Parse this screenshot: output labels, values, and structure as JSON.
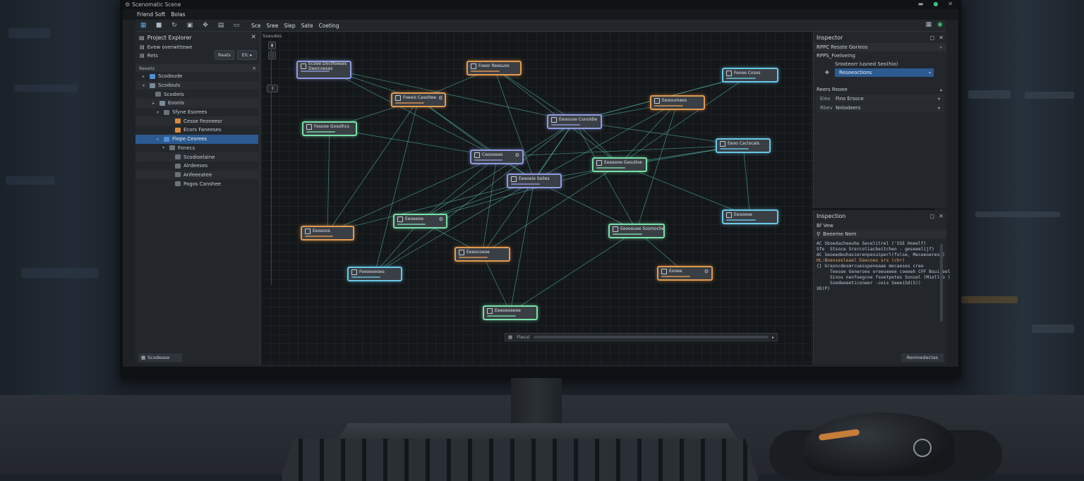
{
  "window": {
    "title": "Scenomatic Scene",
    "menu": [
      "Friend Soft",
      "Bolas"
    ]
  },
  "toolbar": {
    "icons": [
      "grid-icon",
      "camera-icon",
      "refresh-icon",
      "image-icon",
      "puzzle-icon",
      "film-icon",
      "chat-icon"
    ],
    "items": [
      "Sce",
      "Sree",
      "Slep",
      "Sate",
      "Coeting"
    ],
    "right_icons": [
      "table-icon",
      "status-icon"
    ]
  },
  "project_explorer": {
    "title": "Project Explorer",
    "row1": "Evew overwittewe",
    "row2_label": "Rets",
    "btn_a": "Reats",
    "btn_b": "Elc ▸",
    "section": "Reeets",
    "tree": [
      {
        "label": "Scodoude",
        "icon": "blue",
        "indent": 10,
        "arrow": "▸"
      },
      {
        "label": "Scodouls",
        "icon": "folder",
        "indent": 10,
        "arrow": "▾"
      },
      {
        "label": "Scodiels",
        "icon": "gray",
        "indent": 18,
        "arrow": ""
      },
      {
        "label": "Eoonls",
        "icon": "folder",
        "indent": 24,
        "arrow": "▸"
      },
      {
        "label": "Sfyne Esorees",
        "icon": "gray",
        "indent": 30,
        "arrow": "▾"
      },
      {
        "label": "Cesse Feoneesr",
        "icon": "orange",
        "indent": 46,
        "arrow": ""
      },
      {
        "label": "Ecors Faneeses",
        "icon": "orange",
        "indent": 46,
        "arrow": ""
      },
      {
        "label": "Flepe Cesrees",
        "icon": "blue",
        "indent": 30,
        "arrow": "▸",
        "selected": true
      },
      {
        "label": "Fonecs",
        "icon": "gray",
        "indent": 38,
        "arrow": "▾"
      },
      {
        "label": "Scodioelaine",
        "icon": "gray",
        "indent": 46,
        "arrow": ""
      },
      {
        "label": "Alrdeeses",
        "icon": "gray",
        "indent": 46,
        "arrow": ""
      },
      {
        "label": "Anfeeeatee",
        "icon": "gray",
        "indent": 46,
        "arrow": ""
      },
      {
        "label": "Pagos Canshee",
        "icon": "gray",
        "indent": 46,
        "arrow": ""
      }
    ],
    "footer": "Scodease"
  },
  "canvas": {
    "title": "Sseudes",
    "nodes": [
      {
        "id": "n1",
        "label": "Ecooe Docllfoeses\nDeeicoeses",
        "color": "purple"
      },
      {
        "id": "n2",
        "label": "Foeor Reesuos",
        "color": "orange"
      },
      {
        "id": "n3",
        "label": "Foeeis Casoltee",
        "color": "orange"
      },
      {
        "id": "n4",
        "label": "Fesooe Gosolhcs",
        "color": "green"
      },
      {
        "id": "n5",
        "label": "Eeoouoe Conoldie",
        "color": "purple"
      },
      {
        "id": "n6",
        "label": "Feooe Cosos",
        "color": "cyan"
      },
      {
        "id": "n7",
        "label": "Eeooumees",
        "color": "orange"
      },
      {
        "id": "n8",
        "label": "Ceoooees",
        "color": "purple"
      },
      {
        "id": "n9",
        "label": "Eeeoeie Seiles",
        "color": "purple"
      },
      {
        "id": "n10",
        "label": "Eeeaooe Gesulioe",
        "color": "green"
      },
      {
        "id": "n11",
        "label": "Eeoo Caclocals",
        "color": "cyan"
      },
      {
        "id": "n12",
        "label": "Eeosoos",
        "color": "orange"
      },
      {
        "id": "n13",
        "label": "Eeoeeoe",
        "color": "green"
      },
      {
        "id": "n14",
        "label": "Eeooeuee Sosmoclie",
        "color": "green"
      },
      {
        "id": "n15",
        "label": "Eeooeoe",
        "color": "cyan"
      },
      {
        "id": "n16",
        "label": "Eeeocoeoe",
        "color": "orange"
      },
      {
        "id": "n17",
        "label": "Feeoeoeoes",
        "color": "cyan"
      },
      {
        "id": "n18",
        "label": "Eooee",
        "color": "orange"
      },
      {
        "id": "n19",
        "label": "Eeeoeoeeoe",
        "color": "green"
      }
    ],
    "hscroll_label": "Flecsl"
  },
  "inspector": {
    "title": "Inspector",
    "row1": "RPPC Resste Gorieos",
    "row1_chev": "»",
    "row2": "RPPS_Foeloeing",
    "row3": "Srooteorr lusned Seo(hio)",
    "select_value": "Resoeoctions",
    "group": "Reers Reoee",
    "group_chev": "▴",
    "props": [
      {
        "k": "Eiex",
        "v": "Fino Ersoce"
      },
      {
        "k": "Rbev",
        "v": "Nnlodeers"
      }
    ]
  },
  "inspection": {
    "title": "Inspection",
    "row1": "Bf Vew",
    "row2": "Beeeme Nem",
    "code": [
      "AC Sboedacheeuhe Secelitrel ('SSE Hoeelf)",
      "Sfe  Stsoce Srercoliacbeitchen - geseeelijf)",
      "AC Seoeedeuhasierenpesuiperl(fulse, Meceeoerese)",
      "HL:Bnessesleael Eeecoes srs (chr)",
      "{} Grasncdesmrcuesspeneaae mecaeses cree",
      "     Teesee Generoes oreeueeee coeeeh CFF Bsuiseel",
      "     Sinos nenfoegcne fsoetpetes Sonsel (Mielloo )",
      "     Ssedeeeeticoneer -ceis SeeeiSd(S))",
      "XD(P)"
    ],
    "footer": "Remnedectas"
  }
}
